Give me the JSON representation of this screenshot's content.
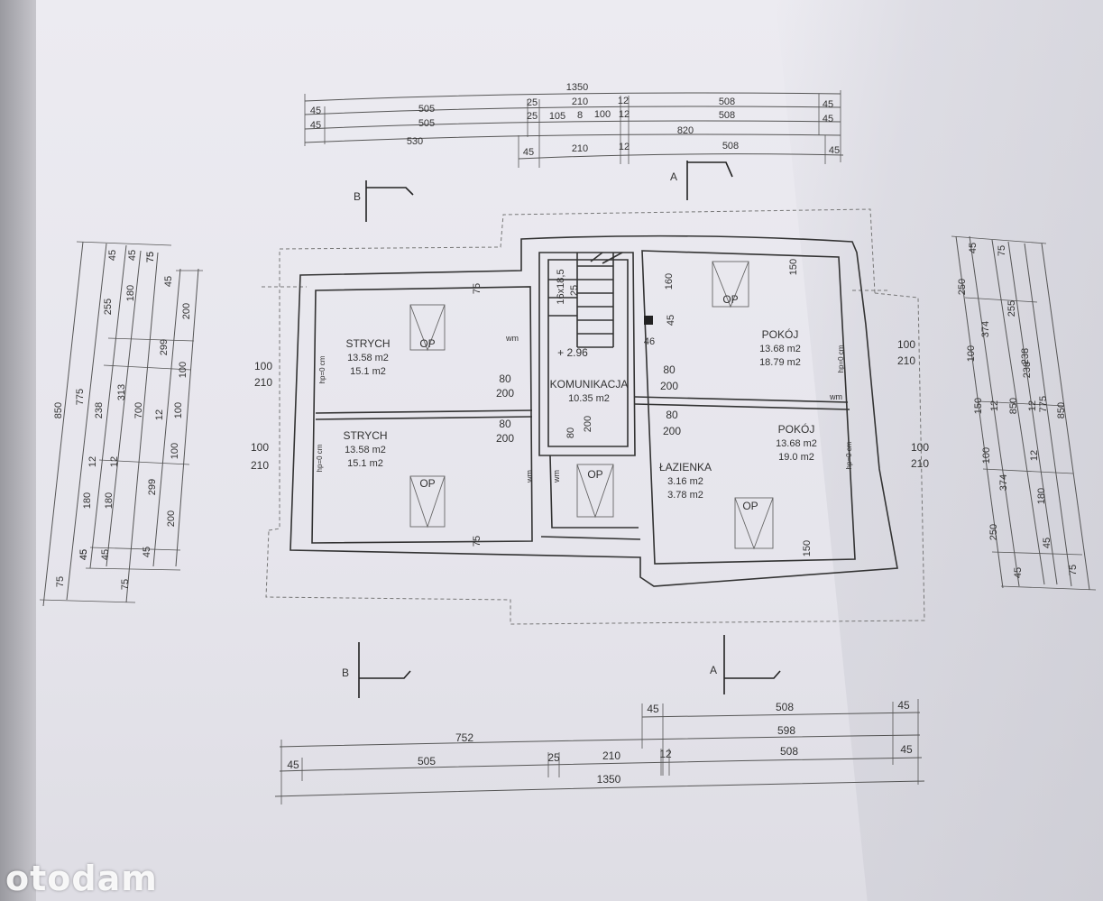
{
  "watermark": "otodam",
  "section_marks": {
    "a": "A",
    "b": "B"
  },
  "rooms": [
    {
      "name": "STRYCH",
      "area1": "13.58 m2",
      "area2": "15.1 m2"
    },
    {
      "name": "STRYCH",
      "area1": "13.58 m2",
      "area2": "15.1 m2"
    },
    {
      "name": "KOMUNIKACJA",
      "area1": "10.35 m2"
    },
    {
      "name": "POKÓJ",
      "area1": "13.68 m2",
      "area2": "18.79 m2"
    },
    {
      "name": "POKÓJ",
      "area1": "13.68 m2",
      "area2": "19.0 m2"
    },
    {
      "name": "ŁAZIENKA",
      "area1": "3.16 m2",
      "area2": "3.78 m2"
    }
  ],
  "labels": {
    "op": "OP",
    "wm": "wm",
    "hp": "hp=0 cm",
    "stairs": "16x18,5",
    "level": "+ 2.96",
    "dim_100": "100",
    "dim_210": "210",
    "dim_80": "80",
    "dim_200": "200",
    "dim_75": "75",
    "dim_160": "160",
    "dim_150": "150",
    "dim_45": "45",
    "dim_46": "46",
    "dim_25": "25"
  },
  "dims_top": {
    "r1": [
      "1350"
    ],
    "r2": [
      "45",
      "505",
      "25",
      "210",
      "12",
      "508",
      "45"
    ],
    "r3": [
      "45",
      "505",
      "25",
      "105",
      "8",
      "100",
      "12",
      "508",
      "45"
    ],
    "r4": [
      "530",
      "820"
    ],
    "r5": [
      "45",
      "210",
      "12",
      "508",
      "45"
    ]
  },
  "dims_bottom": {
    "r1": [
      "45",
      "508",
      "45"
    ],
    "r2": [
      "752",
      "598"
    ],
    "r3": [
      "45",
      "505",
      "25",
      "210",
      "12",
      "508",
      "45"
    ],
    "r4": [
      "1350"
    ]
  },
  "dims_left": {
    "c1": [
      "850",
      "75"
    ],
    "c2": [
      "775",
      "45"
    ],
    "c3": [
      "45",
      "255",
      "238",
      "12",
      "180",
      "45"
    ],
    "c4": [
      "45",
      "180",
      "313",
      "12",
      "180",
      "45"
    ],
    "c5": [
      "75",
      "700",
      "75"
    ],
    "c6": [
      "75",
      "299",
      "12",
      "299",
      "45"
    ],
    "c7": [
      "45",
      "200",
      "100",
      "100",
      "100",
      "200"
    ]
  },
  "dims_right": {
    "c1": [
      "250",
      "100",
      "150",
      "100",
      "250"
    ],
    "c2": [
      "45",
      "374",
      "12",
      "374",
      "45"
    ],
    "c3": [
      "75",
      "255",
      "238",
      "12",
      "180",
      "45"
    ],
    "c4": [
      "850",
      "238",
      "12"
    ],
    "c5": [
      "775",
      "75"
    ],
    "c6": [
      "850"
    ]
  }
}
